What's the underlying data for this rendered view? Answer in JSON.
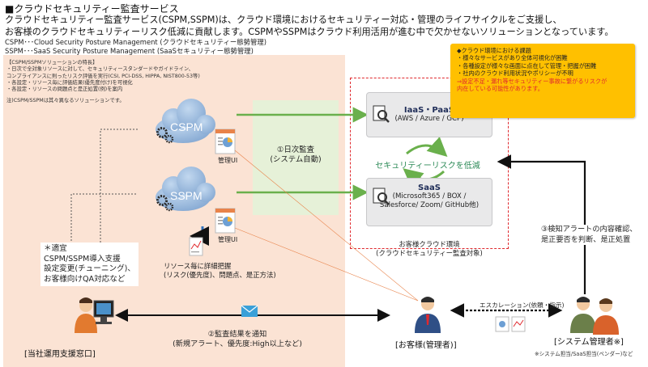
{
  "title": "■クラウドセキュリティー監査サービス",
  "lead": [
    "クラウドセキュリティー監査サービス(CSPM,SSPM)は、クラウド環境におけるセキュリティー対応・管理のライフサイクルをご支援し、",
    "お客様のクラウドセキュリティーリスク低減に貢献します。CSPMやSSPMはクラウド利用活用が進む中で欠かせないソリューションとなっています。"
  ],
  "abbreviations": [
    "CSPM･･･Cloud Security Posture Management (クラウドセキュリティー態勢管理)",
    "SSPM･･･SaaS Security Posture Management (SaaSセキュリティー態勢管理)"
  ],
  "features": {
    "heading": "【CSPM/SSPMソリューションの特長】",
    "items": [
      "・日次で全対象リソースに対して、セキュリティースタンダードやガイドライン、",
      "コンプライアンスに則ったリスク評価を実行(CSI, PCI-DSS, HIPPA, NIST800-53等)",
      "・各設定・リソース毎に評価結果(優先度付け)を可視化",
      "・各設定・リソースの問題点と是正処置(例)を案内"
    ],
    "note": "注)CSPM/SSPMは其々異なるソリューションです。"
  },
  "cspm_label": "CSPM",
  "sspm_label": "SSPM",
  "mgmt_ui_label": "管理UI",
  "daily_monitoring": [
    "①日次監査",
    "(システム自動)"
  ],
  "iaas": {
    "title": "IaaS・PaaS",
    "sub": "(AWS / Azure / GCP)"
  },
  "saas": {
    "title": "SaaS",
    "sub": [
      "(Microsoft365 / BOX /",
      "Salesforce/ Zoom/ GitHub他)"
    ]
  },
  "risk_reduction": "セキュリティーリスクを低減",
  "customer_env": [
    "お客様クラウド環境",
    "(クラウドセキュリティー監査対象)"
  ],
  "issues": {
    "heading": "◆クラウド環境における課題",
    "items": [
      "・様々なサービスがあり全体可視化が困難",
      "・各種設定が様々な画面に点在して管理・把握が困難",
      "・社内のクラウド利用状況やポリシーが不明"
    ],
    "warning": [
      "⇒設定不足・漏れ等セキュリティー事故に繋がるリスクが",
      "内在している可能性があります。"
    ]
  },
  "adoption": [
    "＊適宜",
    "CSPM/SSPM導入支援",
    "設定変更(チューニング)、",
    "お客様向けQA対応など"
  ],
  "per_resource": [
    "リソース毎に詳細把握",
    "(リスク(優先度)、問題点、是正方法)"
  ],
  "support_desk": "[当社運用支援窓口]",
  "notify": [
    "②監査結果を通知",
    "(新規アラート、優先度:High以上など)"
  ],
  "customer_admin": "[お客様(管理者)]",
  "escalation": "エスカレーション(依頼・指示)",
  "confirm": [
    "③検知アラートの内容確認、",
    "是正要否を判断、是正処置"
  ],
  "sysadmin": "[システム管理者※]",
  "sysadmin_note": "※システム担当/SaaS担当(ベンダー)など",
  "colors": {
    "orange_panel": "#fbe3d4",
    "green_panel": "#e6f1d8",
    "green_arrow": "#6ab04c",
    "cloud_blue": "#8fb3da",
    "alert_orange": "#ffc000",
    "warning_red": "#e0292e",
    "navy": "#1f2d58"
  }
}
